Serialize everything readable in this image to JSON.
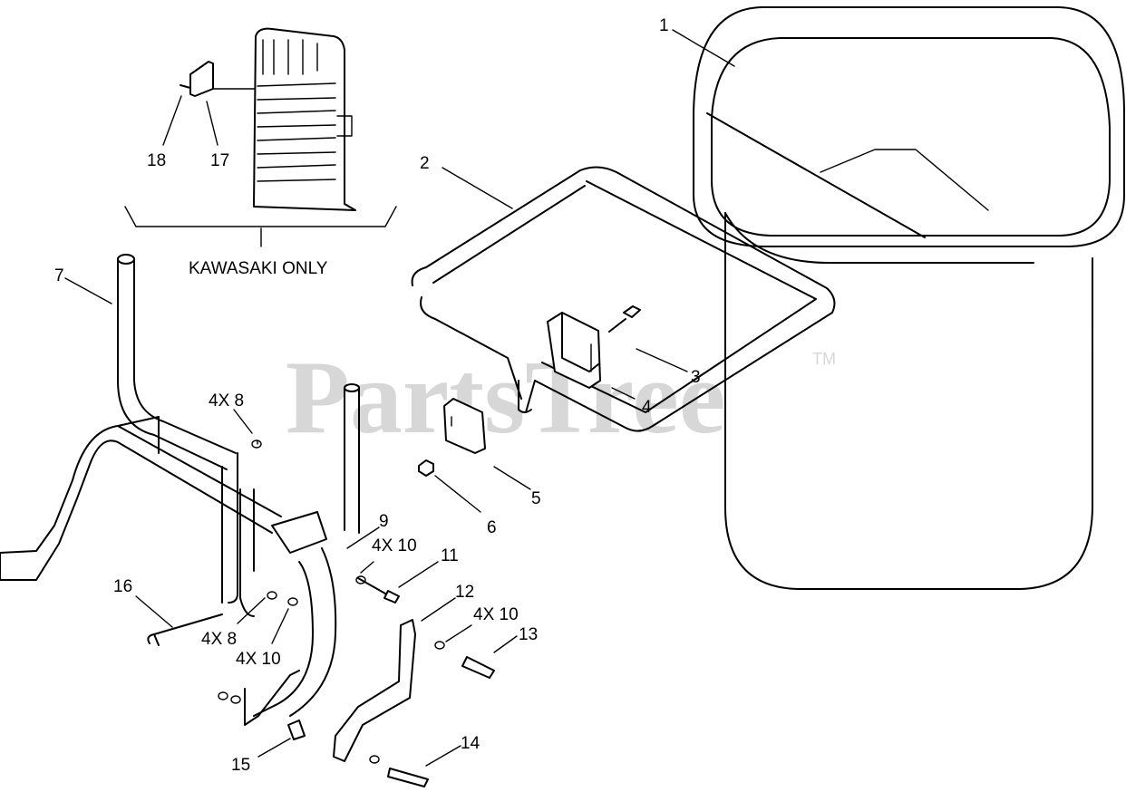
{
  "watermark": {
    "brand": "PartsTree",
    "trademark": "TM"
  },
  "inset": {
    "caption": "KAWASAKI ONLY"
  },
  "callouts": [
    {
      "id": "1",
      "text": "1"
    },
    {
      "id": "2",
      "text": "2"
    },
    {
      "id": "3",
      "text": "3"
    },
    {
      "id": "4",
      "text": "4"
    },
    {
      "id": "5",
      "text": "5"
    },
    {
      "id": "6",
      "text": "6"
    },
    {
      "id": "7",
      "text": "7"
    },
    {
      "id": "8",
      "text": "4X 8"
    },
    {
      "id": "9",
      "text": "9"
    },
    {
      "id": "10a",
      "text": "4X 10"
    },
    {
      "id": "11",
      "text": "11"
    },
    {
      "id": "12",
      "text": "12"
    },
    {
      "id": "10b",
      "text": "4X 10"
    },
    {
      "id": "13",
      "text": "13"
    },
    {
      "id": "14",
      "text": "14"
    },
    {
      "id": "15",
      "text": "15"
    },
    {
      "id": "16",
      "text": "16"
    },
    {
      "id": "8b",
      "text": "4X 8"
    },
    {
      "id": "10c",
      "text": "4X 10"
    },
    {
      "id": "17",
      "text": "17"
    },
    {
      "id": "18",
      "text": "18"
    }
  ]
}
